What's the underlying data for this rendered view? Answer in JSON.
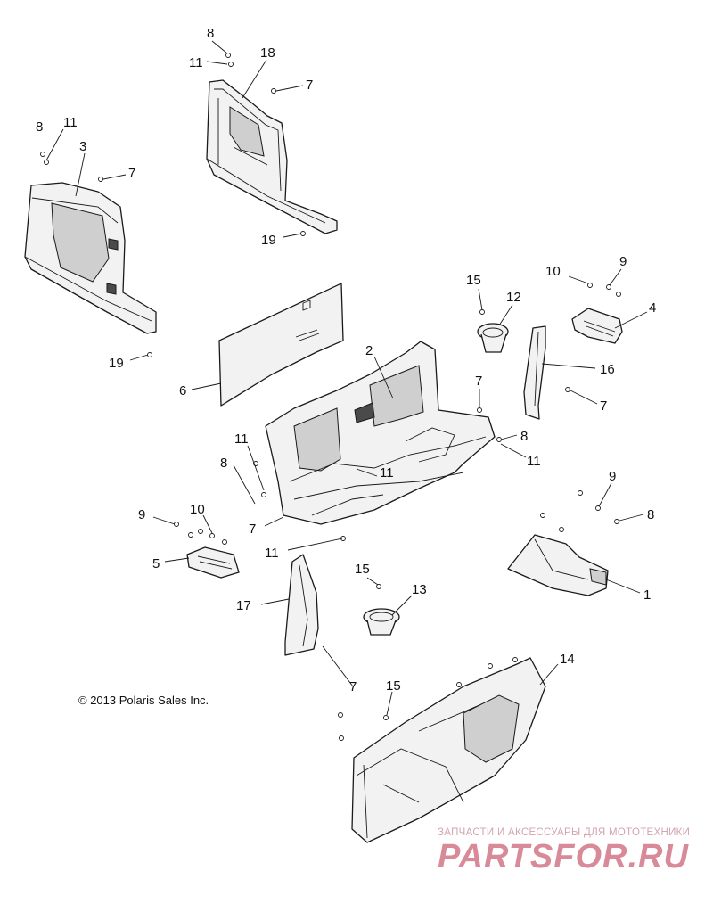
{
  "diagram": {
    "callouts": [
      {
        "id": "c8a",
        "text": "8"
      },
      {
        "id": "c11a",
        "text": "11"
      },
      {
        "id": "c18",
        "text": "18"
      },
      {
        "id": "c7a",
        "text": "7"
      },
      {
        "id": "c8b",
        "text": "8"
      },
      {
        "id": "c11b",
        "text": "11"
      },
      {
        "id": "c3",
        "text": "3"
      },
      {
        "id": "c7b",
        "text": "7"
      },
      {
        "id": "c19a",
        "text": "19"
      },
      {
        "id": "c15a",
        "text": "15"
      },
      {
        "id": "c12",
        "text": "12"
      },
      {
        "id": "c10a",
        "text": "10"
      },
      {
        "id": "c9a",
        "text": "9"
      },
      {
        "id": "c4",
        "text": "4"
      },
      {
        "id": "c19b",
        "text": "19"
      },
      {
        "id": "c2",
        "text": "2"
      },
      {
        "id": "c16",
        "text": "16"
      },
      {
        "id": "c6",
        "text": "6"
      },
      {
        "id": "c7c",
        "text": "7"
      },
      {
        "id": "c7d",
        "text": "7"
      },
      {
        "id": "c8c",
        "text": "8"
      },
      {
        "id": "c11c",
        "text": "11"
      },
      {
        "id": "c11d",
        "text": "11"
      },
      {
        "id": "c8d",
        "text": "8"
      },
      {
        "id": "c11e",
        "text": "11"
      },
      {
        "id": "c9b",
        "text": "9"
      },
      {
        "id": "c8e",
        "text": "8"
      },
      {
        "id": "c9c",
        "text": "9"
      },
      {
        "id": "c10b",
        "text": "10"
      },
      {
        "id": "c7e",
        "text": "7"
      },
      {
        "id": "c11f",
        "text": "11"
      },
      {
        "id": "c5",
        "text": "5"
      },
      {
        "id": "c1",
        "text": "1"
      },
      {
        "id": "c15b",
        "text": "15"
      },
      {
        "id": "c13",
        "text": "13"
      },
      {
        "id": "c17",
        "text": "17"
      },
      {
        "id": "c14",
        "text": "14"
      },
      {
        "id": "c7f",
        "text": "7"
      },
      {
        "id": "c15c",
        "text": "15"
      }
    ]
  },
  "copyright": "© 2013 Polaris Sales Inc.",
  "watermark": {
    "tagline": "ЗАПЧАСТИ И АКСЕССУАРЫ ДЛЯ МОТОТЕХНИКИ",
    "logo": "PARTSFOR.RU"
  }
}
